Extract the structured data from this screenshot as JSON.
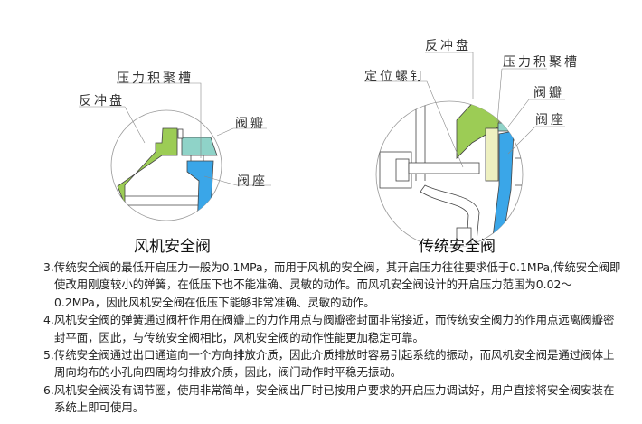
{
  "diagrams": [
    {
      "caption": "风机安全阀",
      "labels": {
        "pressure_groove": "压力积聚槽",
        "backflow_disc": "反冲盘",
        "valve_disc": "阀瓣",
        "valve_seat": "阀座"
      }
    },
    {
      "caption": "传统安全阀",
      "labels": {
        "backflow_disc": "反冲盘",
        "pressure_groove": "压力积聚槽",
        "set_screw": "定位螺钉",
        "valve_disc": "阀瓣",
        "valve_seat": "阀座"
      }
    }
  ],
  "colors": {
    "green": "#9ccc55",
    "teal": "#8fd3c8",
    "blue": "#3aa6e8",
    "cream": "#eef0c0"
  },
  "notes": [
    "3.传统安全阀的最低开启压力一般为0.1MPa，而用于风机的安全阀，其开启压力往往要求低于0.1MPa,传统安全阀即使改用刚度较小的弹簧，在低压下也不能准确、灵敏的动作。而风机安全阀设计的开启压力范围为0.02～0.2MPa，因此风机安全阀在低压下能够非常准确、灵敏的动作。",
    "4.风机安全阀的弹簧通过阀杆作用在阀瓣上的力作用点与阀瓣密封面非常接近，而传统安全阀力的作用点远离阀瓣密封平面，因此，与传统安全阀相比，风机安全阀的动作性能更加稳定可靠。",
    "5.传统安全阀通过出口通道向一个方向排放介质，因此介质排放时容易引起系统的振动，而风机安全阀是通过阀体上周向均布的小孔向四周均匀排放介质，因此，阀门动作时平稳无振动。",
    "6.风机安全阀没有调节圈，使用非常简单，安全阀出厂时已按用户要求的开启压力调试好，用户直接将安全阀安装在系统上即可使用。"
  ]
}
